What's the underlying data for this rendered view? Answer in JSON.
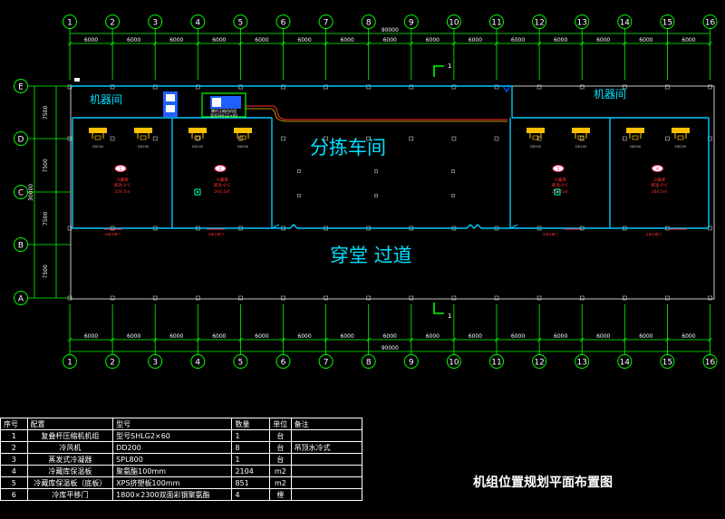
{
  "columns": [
    "1",
    "2",
    "3",
    "4",
    "5",
    "6",
    "7",
    "8",
    "9",
    "10",
    "11",
    "12",
    "13",
    "14",
    "15",
    "16"
  ],
  "rows": [
    "E",
    "D",
    "C",
    "B",
    "A"
  ],
  "dims": {
    "bay": "6000",
    "total": "90000",
    "left_bays": [
      "7500",
      "7500",
      "7500",
      "7500"
    ],
    "left_total": "30000"
  },
  "labels": {
    "machine_room_left": "机器间",
    "machine_room_right": "机器间",
    "sorting_hall": "分拣车间",
    "corridor": "穿堂 过道",
    "section_top": "1",
    "section_bottom": "1",
    "unit_tag": "螺杆压缩机机组",
    "unit_model": "型号SHLG2×60"
  },
  "rooms": [
    {
      "no": "1",
      "name": "冷藏库",
      "temp": "库温-0℃",
      "area": "259.5㎡"
    },
    {
      "no": "2",
      "name": "冷藏库",
      "temp": "库温-0℃",
      "area": "264.5㎡"
    },
    {
      "no": "3",
      "name": "冷藏库",
      "temp": "库温-0℃",
      "area": "259.5㎡"
    },
    {
      "no": "4",
      "name": "冷藏库",
      "temp": "库温-0℃",
      "area": "264.5㎡"
    }
  ],
  "cooler_label": "DD200",
  "door_label": "冷库平移门",
  "bom": {
    "headers": [
      "序号",
      "配置",
      "型号",
      "数量",
      "单位",
      "备注"
    ],
    "rows": [
      [
        "1",
        "复叠杆压缩机机组",
        "型号SHLG2×60",
        "1",
        "台",
        ""
      ],
      [
        "2",
        "冷风机",
        "DD200",
        "8",
        "台",
        "吊顶水冷式"
      ],
      [
        "3",
        "蒸发式冷凝器",
        "SPL800",
        "1",
        "台",
        ""
      ],
      [
        "4",
        "冷藏库保温板",
        "聚氨酯100mm",
        "2104",
        "m2",
        ""
      ],
      [
        "5",
        "冷藏库保温板（底板）",
        "XPS挤塑板100mm",
        "851",
        "m2",
        ""
      ],
      [
        "6",
        "冷库平移门",
        "1800×2300双面彩钢聚氨酯",
        "4",
        "樘",
        ""
      ]
    ]
  },
  "drawing_title": "机组位置规划平面布置图",
  "colors": {
    "grid": "#00ff00",
    "wall": "#00c8ff",
    "text": "#ffffff",
    "accent": "#ff3030",
    "cooler": "#ffc000",
    "node": "#ff3060"
  }
}
